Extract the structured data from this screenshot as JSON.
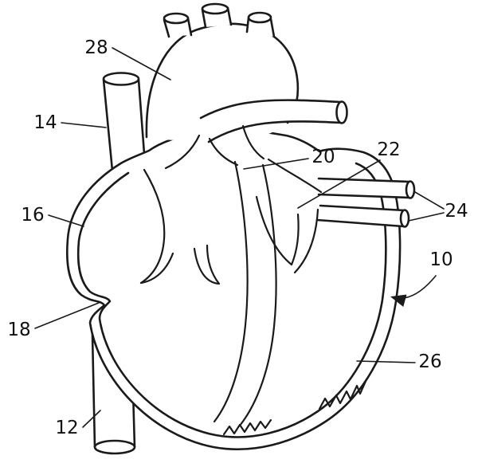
{
  "figure": {
    "background": "#ffffff",
    "line_color": "#1a1a1a",
    "reference_labels": [
      {
        "ref": "28",
        "part": "aortic-arch"
      },
      {
        "ref": "14",
        "part": "superior-vena-cava"
      },
      {
        "ref": "16",
        "part": "atrium-wall"
      },
      {
        "ref": "18",
        "part": "heart-wall-fold"
      },
      {
        "ref": "12",
        "part": "inferior-vena-cava"
      },
      {
        "ref": "20",
        "part": "septum-top"
      },
      {
        "ref": "22",
        "part": "left-atrium"
      },
      {
        "ref": "24",
        "part": "pulmonary-veins"
      },
      {
        "ref": "10",
        "part": "heart"
      },
      {
        "ref": "26",
        "part": "ventricle-wall"
      }
    ]
  }
}
